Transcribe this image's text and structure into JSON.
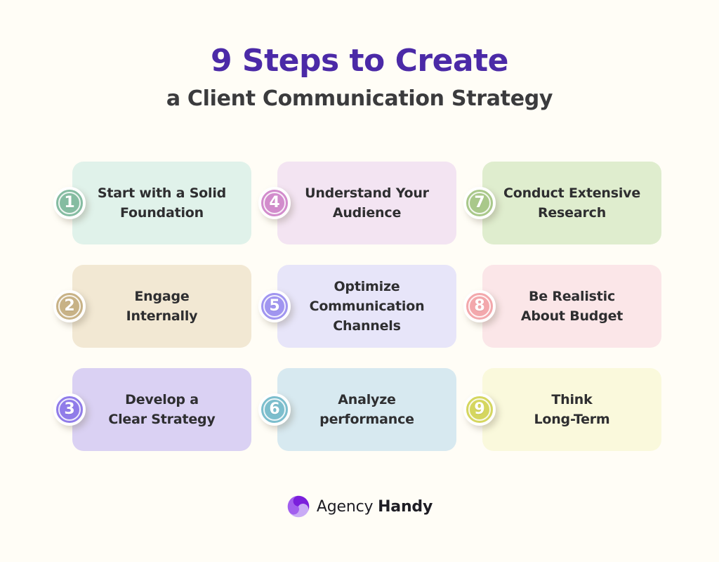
{
  "page": {
    "background": "#FFFDF6"
  },
  "header": {
    "title": "9 Steps to Create",
    "subtitle": "a Client Communication Strategy",
    "title_color": "#4B2AA7",
    "subtitle_color": "#3B3B3D"
  },
  "steps": [
    {
      "number": "1",
      "label": "Start with a Solid\nFoundation",
      "card_bg": "#E0F2EA",
      "badge_color": "#85BCA1"
    },
    {
      "number": "2",
      "label": "Engage\nInternally",
      "card_bg": "#F2E8D3",
      "badge_color": "#C8B286"
    },
    {
      "number": "3",
      "label": "Develop a\nClear Strategy",
      "card_bg": "#DAD1F3",
      "badge_color": "#907CE9"
    },
    {
      "number": "4",
      "label": "Understand Your\nAudience",
      "card_bg": "#F3E4F2",
      "badge_color": "#D28CCC"
    },
    {
      "number": "5",
      "label": "Optimize\nCommunication\nChannels",
      "card_bg": "#E7E5F9",
      "badge_color": "#A095F0"
    },
    {
      "number": "6",
      "label": "Analyze\nperformance",
      "card_bg": "#D7E9F0",
      "badge_color": "#7CBECD"
    },
    {
      "number": "7",
      "label": "Conduct Extensive\nResearch",
      "card_bg": "#DFEDCE",
      "badge_color": "#A9C88A"
    },
    {
      "number": "8",
      "label": "Be Realistic\nAbout Budget",
      "card_bg": "#FBE6E8",
      "badge_color": "#F3A8AC"
    },
    {
      "number": "9",
      "label": "Think\nLong-Term",
      "card_bg": "#FAF9DC",
      "badge_color": "#D5D65F"
    }
  ],
  "footer": {
    "brand_name_regular": "Agency",
    "brand_name_bold": "Handy",
    "text_color": "#1E1D24",
    "logo_colors": {
      "dark": "#7B1FDC",
      "medium": "#A25FEE",
      "light": "#C9ABF6"
    }
  }
}
